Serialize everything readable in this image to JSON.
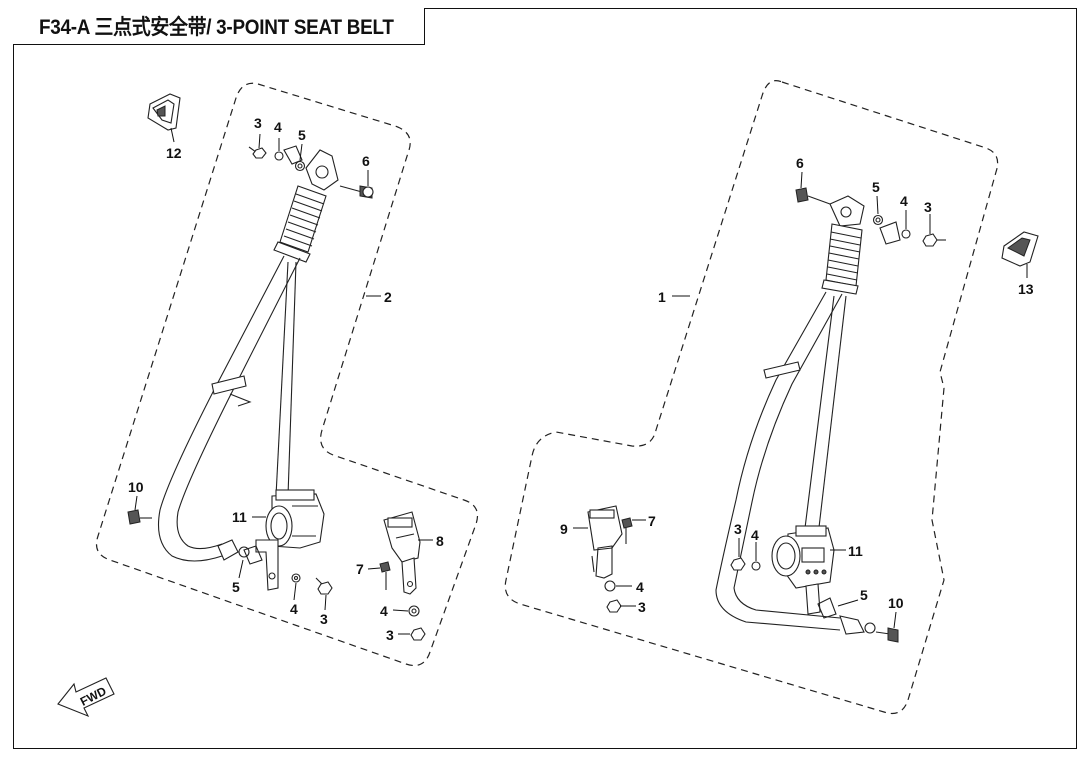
{
  "header": {
    "title": "F34-A  三点式安全带/ 3-POINT SEAT BELT"
  },
  "direction_marker": {
    "text": "FWD"
  },
  "assemblies": [
    {
      "id": "left",
      "assembly_number": "2"
    },
    {
      "id": "right",
      "assembly_number": "1"
    }
  ],
  "callouts": {
    "c1": "1",
    "c2": "2",
    "l3a": "3",
    "l4a": "4",
    "l5a": "5",
    "l6": "6",
    "l10": "10",
    "l11": "11",
    "l5b": "5",
    "l4b": "4",
    "l3b": "3",
    "l7": "7",
    "l8": "8",
    "l4c": "4",
    "l3c": "3",
    "l12": "12",
    "r6": "6",
    "r5a": "5",
    "r4a": "4",
    "r3a": "3",
    "r13": "13",
    "r9": "9",
    "r7": "7",
    "r4b": "4",
    "r3b": "3",
    "r3c": "3",
    "r4c": "4",
    "r11": "11",
    "r5b": "5",
    "r10": "10"
  }
}
